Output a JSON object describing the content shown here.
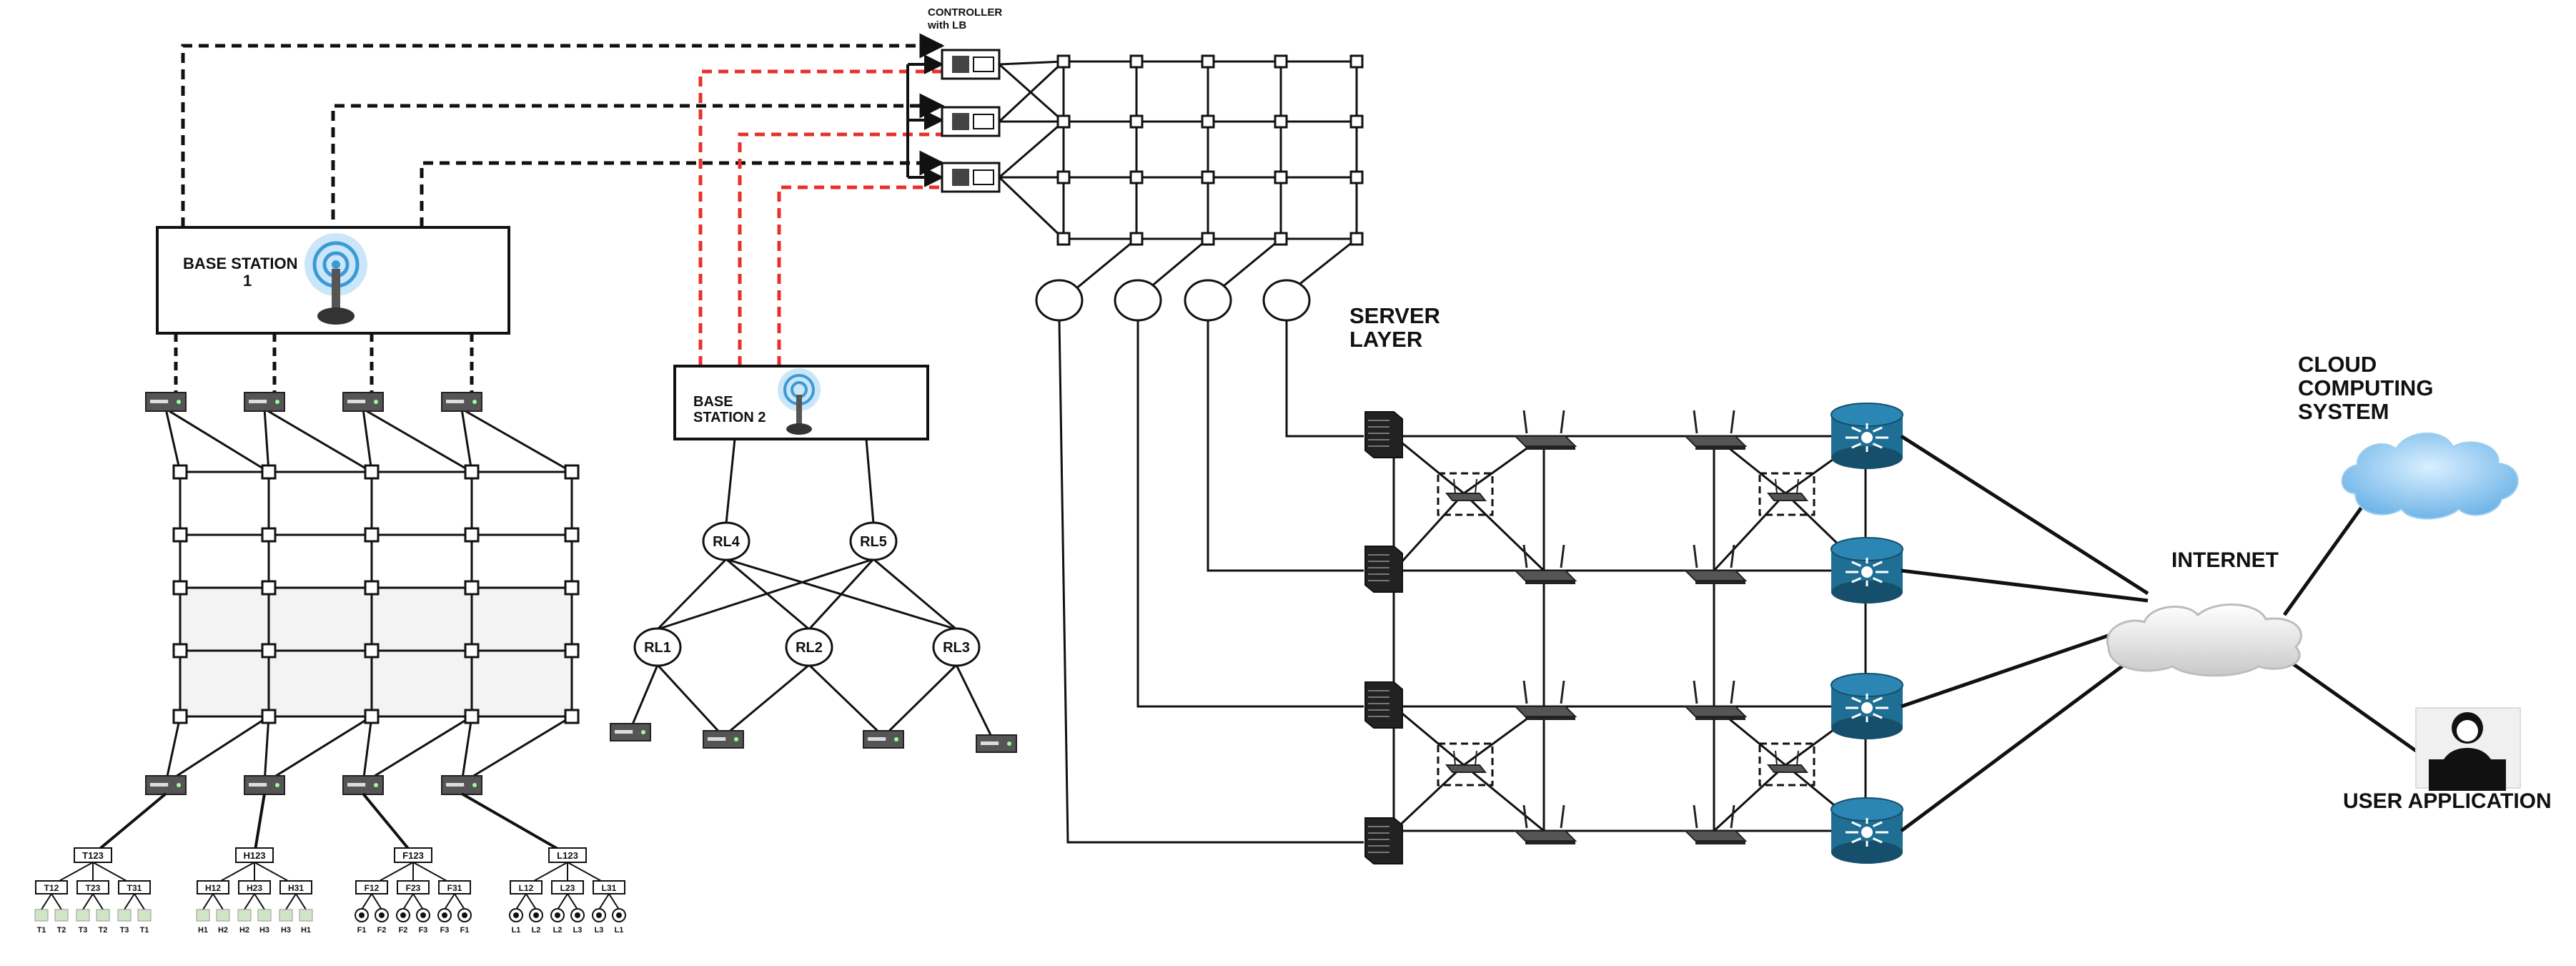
{
  "labels": {
    "controller_line1": "CONTROLLER",
    "controller_line2": "with LB",
    "base_station_1_line1": "BASE STATION",
    "base_station_1_line2": "1",
    "base_station_2_line1": "BASE",
    "base_station_2_line2": "STATION 2",
    "server_layer_line1": "SERVER",
    "server_layer_line2": "LAYER",
    "cloud_line1": "CLOUD",
    "cloud_line2": "COMPUTING",
    "cloud_line3": "SYSTEM",
    "internet": "INTERNET",
    "user_application": "USER APPLICATION"
  },
  "relays": [
    "RL4",
    "RL5",
    "RL1",
    "RL2",
    "RL3"
  ],
  "cluster_heads": [
    "T123",
    "H123",
    "F123",
    "L123"
  ],
  "sub_nodes": [
    [
      "T12",
      "T23",
      "T31"
    ],
    [
      "H12",
      "H23",
      "H31"
    ],
    [
      "F12",
      "F23",
      "F31"
    ],
    [
      "L12",
      "L23",
      "L31"
    ]
  ],
  "sensors": [
    [
      "T1",
      "T2",
      "T3",
      "T2",
      "T3",
      "T1"
    ],
    [
      "H1",
      "H2",
      "H2",
      "H3",
      "H3",
      "H1"
    ],
    [
      "F1",
      "F2",
      "F2",
      "F3",
      "F3",
      "F1"
    ],
    [
      "L1",
      "L2",
      "L2",
      "L3",
      "L3",
      "L1"
    ]
  ],
  "colors": {
    "line": "#111111",
    "wireless_link": "#e8302a",
    "router": "#1f6f95",
    "cloud": "#8fc9f0",
    "sensor_fill": "#cfe5c6"
  }
}
